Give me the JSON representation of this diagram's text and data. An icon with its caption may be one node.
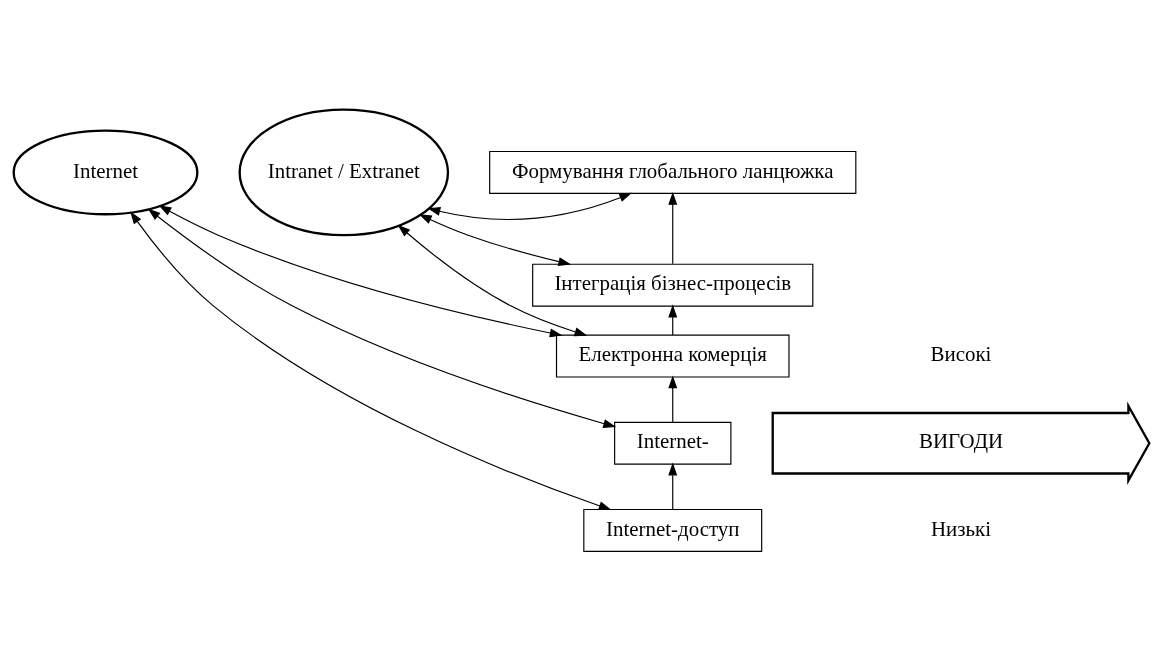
{
  "diagram": {
    "nodes": [
      {
        "text": [
          "Internet"
        ]
      },
      {
        "text": [
          "Intranet / Extranet"
        ]
      },
      {
        "text": [
          "Формування глобального ланцюжка"
        ]
      },
      {
        "text": [
          "Інтеграція бізнес-процесів"
        ]
      },
      {
        "text": [
          "Електронна комерція"
        ]
      },
      {
        "text": [
          "Internet-"
        ]
      },
      {
        "text": [
          "Internet-доступ"
        ]
      },
      {
        "text": [
          "ВИГОДИ"
        ]
      }
    ],
    "edges": [
      {
        "from": 1,
        "to": 2,
        "arrow": "both"
      },
      {
        "from": 1,
        "to": 3,
        "arrow": "both"
      },
      {
        "from": 3,
        "to": 2,
        "arrow": "to"
      },
      {
        "from": 1,
        "to": 4,
        "arrow": "both"
      },
      {
        "from": 0,
        "to": 4,
        "arrow": "both"
      },
      {
        "from": 0,
        "to": 5,
        "arrow": "both"
      },
      {
        "from": 0,
        "to": 6,
        "arrow": "both"
      },
      {
        "from": 6,
        "to": 5,
        "arrow": "to"
      },
      {
        "from": 5,
        "to": 4,
        "arrow": "to"
      },
      {
        "from": 4,
        "to": 3,
        "arrow": "to"
      }
    ],
    "labels": [
      "Високі",
      "Низькі"
    ]
  }
}
